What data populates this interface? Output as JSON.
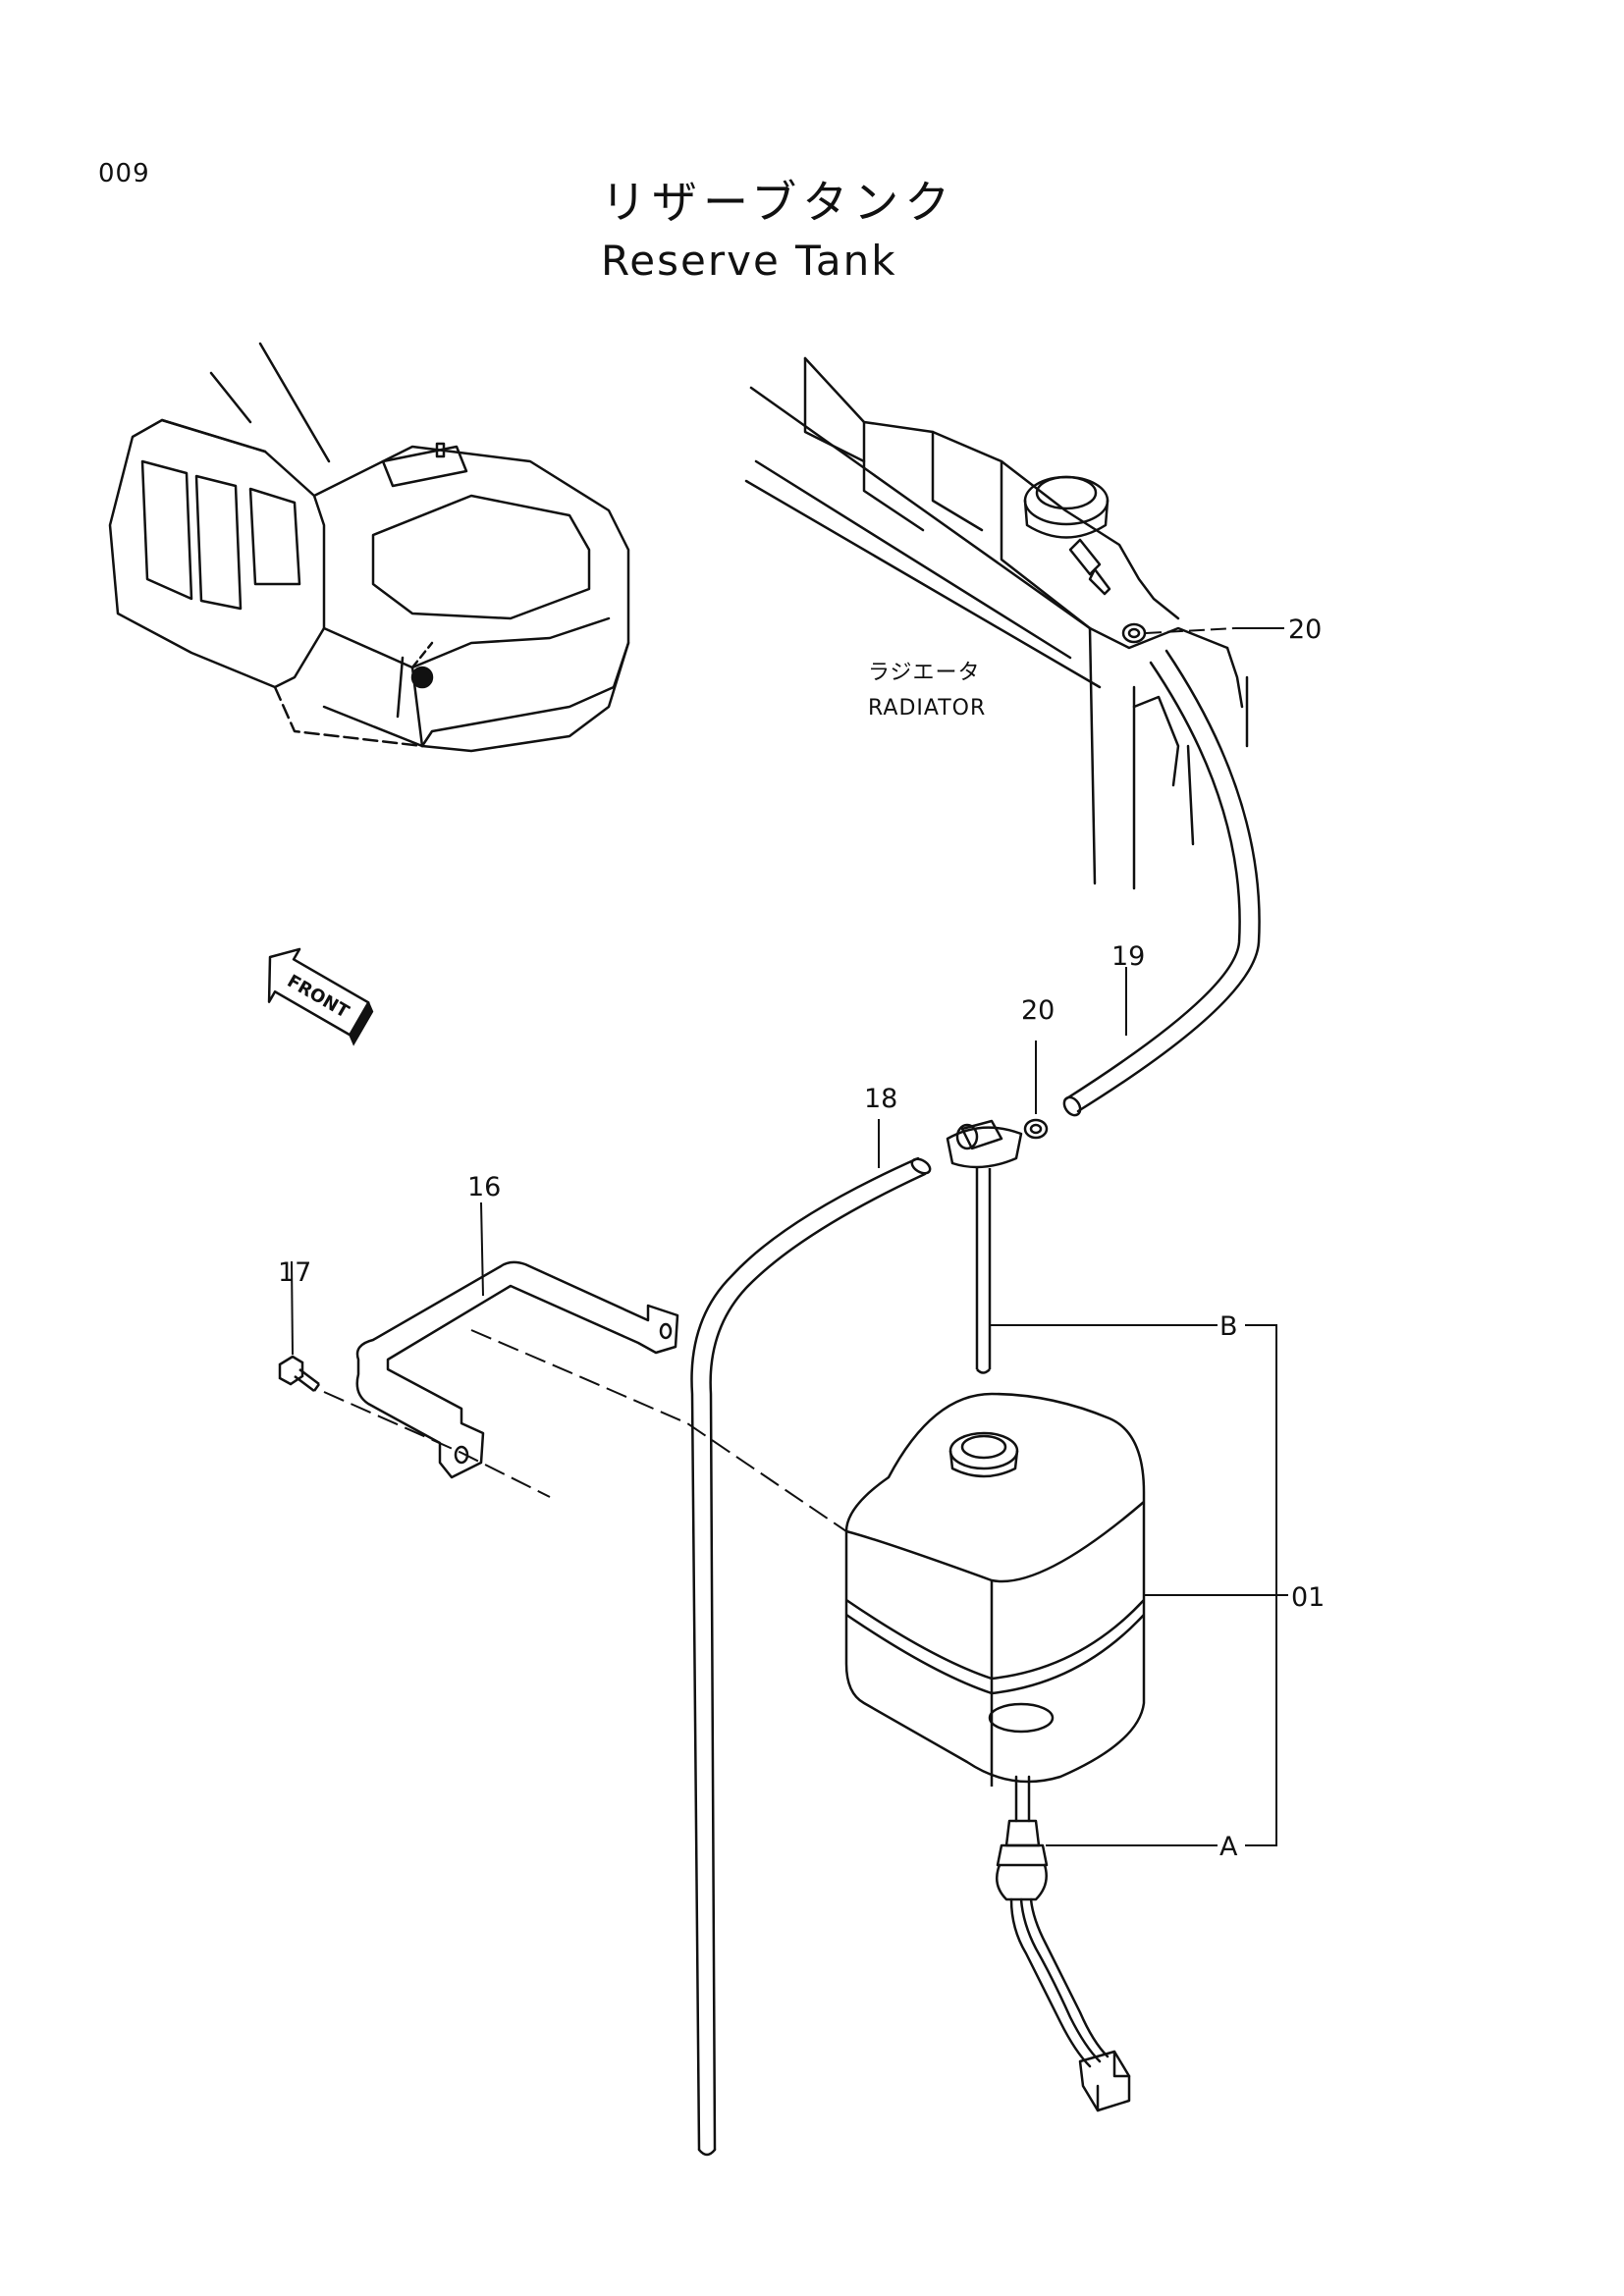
{
  "page_number": "009",
  "title": {
    "japanese": "リザーブタンク",
    "english": "Reserve Tank"
  },
  "radiator_label": {
    "japanese": "ラジエータ",
    "english": "RADIATOR"
  },
  "front_label": "FRONT",
  "callouts": {
    "c20_top": "20",
    "c19": "19",
    "c20_mid": "20",
    "c18": "18",
    "c16": "16",
    "c17": "17",
    "b": "B",
    "c01": "01",
    "a": "A"
  },
  "colors": {
    "ink": "#111111",
    "paper": "#ffffff"
  }
}
